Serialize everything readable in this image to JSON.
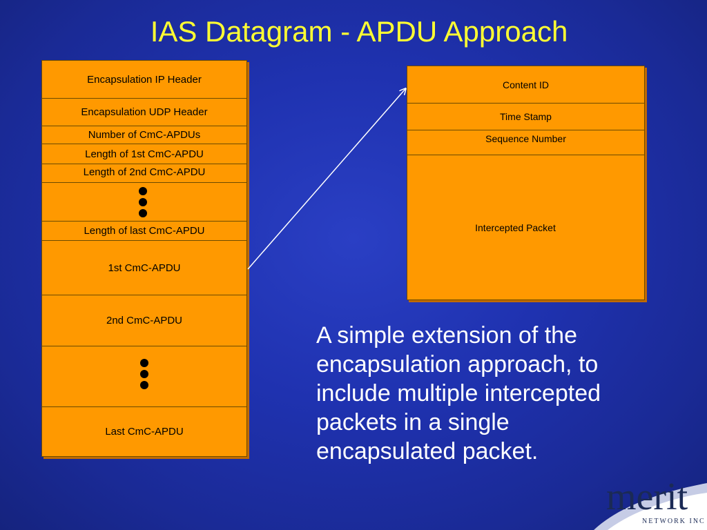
{
  "title": "IAS Datagram - APDU Approach",
  "left_stack": {
    "rows": [
      "Encapsulation IP Header",
      "Encapsulation UDP Header",
      "Number of CmC-APDUs",
      "Length of 1st CmC-APDU",
      "Length of 2nd CmC-APDU",
      "",
      "Length of last CmC-APDU",
      "1st CmC-APDU",
      "2nd CmC-APDU",
      "",
      "Last CmC-APDU"
    ]
  },
  "right_stack": {
    "rows": [
      "Content ID",
      "Time Stamp",
      "Sequence Number",
      "Intercepted Packet"
    ]
  },
  "description": "A simple extension of the encapsulation approach, to include multiple intercepted packets in a single encapsulated packet.",
  "logo": {
    "word": "merit",
    "sub": "NETWORK INC"
  },
  "colors": {
    "background": "#1f32b0",
    "title": "#ffff33",
    "box_fill": "#ff9900",
    "text": "#ffffff"
  }
}
